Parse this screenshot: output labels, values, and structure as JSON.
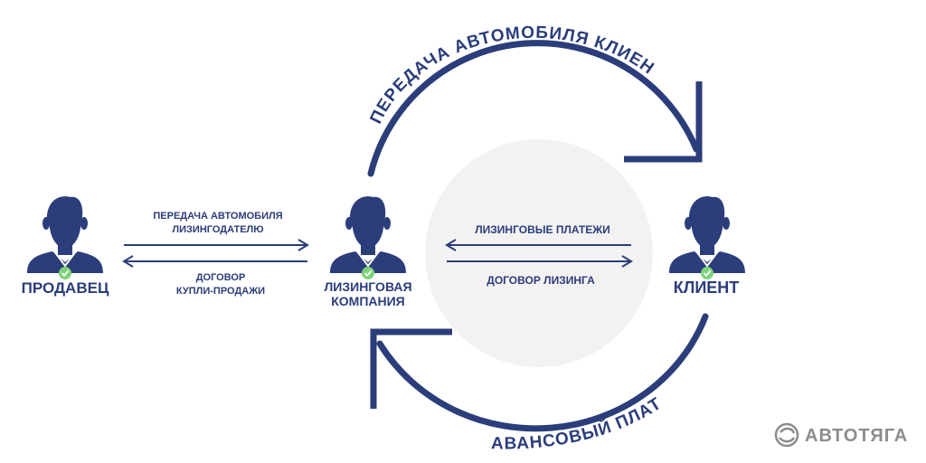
{
  "colors": {
    "primary": "#2b3d7a",
    "check": "#7ed37a",
    "background_circle": "#f2f2f2",
    "brand_gray": "#8c8c8c"
  },
  "people": {
    "seller": {
      "label": "ПРОДАВЕЦ",
      "icon": "person-icon"
    },
    "leasing_company": {
      "label_line1": "ЛИЗИНГОВАЯ",
      "label_line2": "КОМПАНИЯ",
      "icon": "person-icon"
    },
    "client": {
      "label": "КЛИЕНТ",
      "icon": "person-icon"
    }
  },
  "flows": {
    "car_transfer_to_lessee": {
      "line1": "ПЕРЕДАЧА АВТОМОБИЛЯ",
      "line2": "ЛИЗИНГОДАТЕЛЮ"
    },
    "sale_contract": {
      "line1": "ДОГОВОР",
      "line2": "КУПЛИ-ПРОДАЖИ"
    },
    "leasing_payments": "ЛИЗИНГОВЫЕ ПЛАТЕЖИ",
    "leasing_contract": "ДОГОВОР ЛИЗИНГА"
  },
  "cycle": {
    "top_arc": "ПЕРЕДАЧА АВТОМОБИЛЯ КЛИЕНТУ",
    "bottom_arc": "АВАНСОВЫЙ ПЛАТЕЖ"
  },
  "brand": {
    "name": "АВТОТЯГА",
    "icon": "brand-logo-icon"
  }
}
